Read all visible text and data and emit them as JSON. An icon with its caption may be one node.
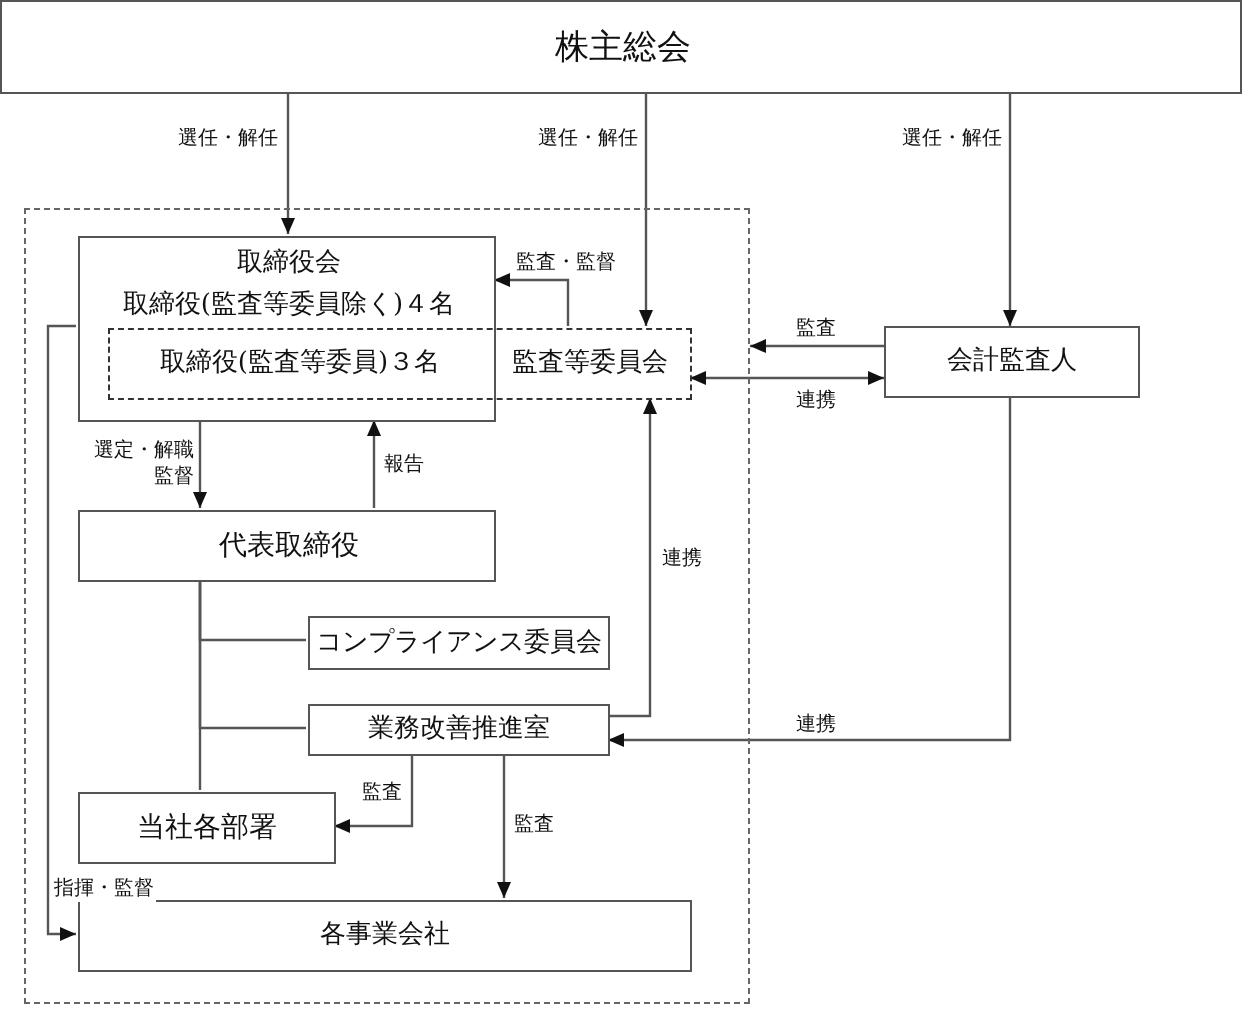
{
  "diagram": {
    "nodes": [
      {
        "text": [
          "株主総会"
        ]
      },
      {
        "text": [],
        "shape": "box"
      },
      {
        "text": [
          "取締役会",
          "取締役(監査等委員除く)４名"
        ],
        "in": 1
      },
      {
        "text": [
          "取締役(監査等委員)３名",
          "監査等委員会"
        ],
        "in": 1
      },
      {
        "text": [
          "代表取締役"
        ],
        "in": 1
      },
      {
        "text": [
          "コンプライアンス委員会"
        ],
        "in": 1
      },
      {
        "text": [
          "業務改善推進室"
        ],
        "in": 1
      },
      {
        "text": [
          "当社各部署"
        ],
        "in": 1
      },
      {
        "text": [
          "各事業会社"
        ],
        "in": 1
      },
      {
        "text": [
          "会計監査人"
        ]
      }
    ],
    "edges": [
      {
        "from": 0,
        "to": 2,
        "arrow": "to",
        "label": "選任・解任"
      },
      {
        "from": 0,
        "to": 3,
        "arrow": "to",
        "label": "選任・解任"
      },
      {
        "from": 0,
        "to": 9,
        "arrow": "to",
        "label": "選任・解任"
      },
      {
        "from": 3,
        "to": 2,
        "arrow": "to",
        "label": "監査・監督"
      },
      {
        "from": 9,
        "to": 1,
        "arrow": "to",
        "label": "監査"
      },
      {
        "from": 3,
        "to": 9,
        "arrow": "both",
        "label": "連携"
      },
      {
        "from": 2,
        "to": 4,
        "arrow": "to",
        "label": "選定・解職監督"
      },
      {
        "from": 4,
        "to": 2,
        "arrow": "to",
        "label": "報告"
      },
      {
        "from": 4,
        "to": 5,
        "arrow": "none"
      },
      {
        "from": 4,
        "to": 6,
        "arrow": "none"
      },
      {
        "from": 4,
        "to": 7,
        "arrow": "none"
      },
      {
        "from": 6,
        "to": 3,
        "arrow": "to",
        "label": "連携"
      },
      {
        "from": 9,
        "to": 6,
        "arrow": "to",
        "label": "連携"
      },
      {
        "from": 6,
        "to": 7,
        "arrow": "to",
        "label": "監査"
      },
      {
        "from": 6,
        "to": 8,
        "arrow": "to",
        "label": "監査"
      },
      {
        "from": 2,
        "to": 8,
        "arrow": "to",
        "label": "指揮・監督"
      }
    ]
  }
}
